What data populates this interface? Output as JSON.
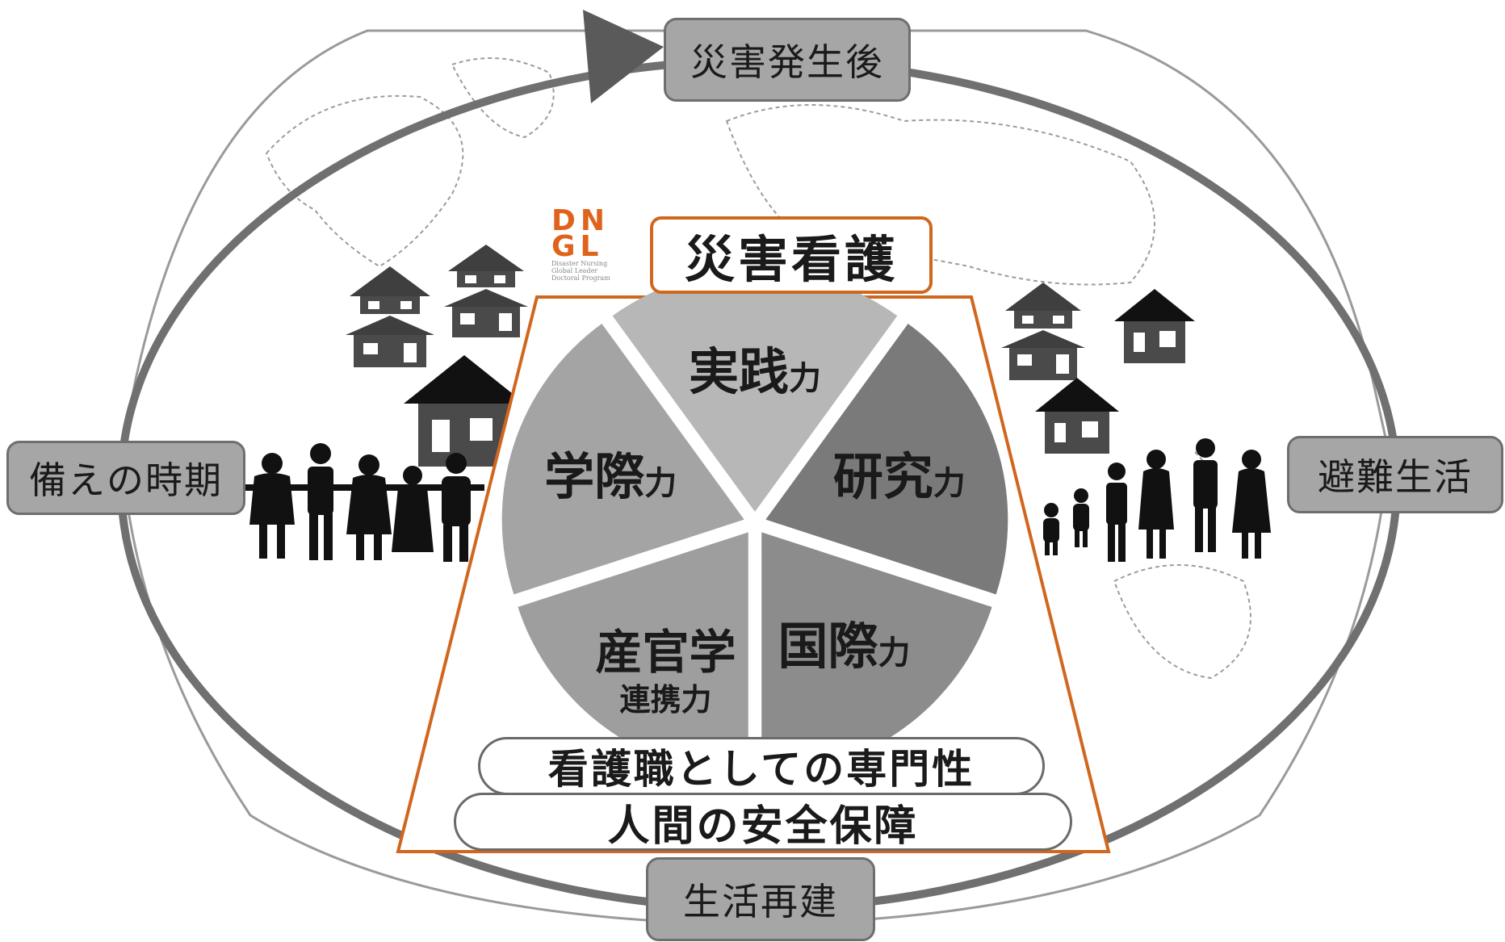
{
  "phases": {
    "top": "災害発生後",
    "left": "備えの時期",
    "right": "避難生活",
    "bottom": "生活再建"
  },
  "logo": {
    "letters_top": "DN",
    "letters_bottom": "GL",
    "sub_lines": [
      "Disaster Nursing",
      "Global Leader",
      "Doctoral Program"
    ]
  },
  "title": "災害看護",
  "segments": [
    {
      "label": "実践",
      "suffix": "力",
      "color": "#b7b7b7"
    },
    {
      "label": "研究",
      "suffix": "力",
      "color": "#7a7a7a"
    },
    {
      "label": "国際",
      "suffix": "力",
      "color": "#8c8c8c"
    },
    {
      "label": "産官学",
      "suffix": "連携力",
      "color": "#9e9e9e"
    },
    {
      "label": "学際",
      "suffix": "力",
      "color": "#a4a4a4"
    }
  ],
  "foundation": {
    "upper": "看護職としての専門性",
    "lower": "人間の安全保障"
  },
  "colors": {
    "accent": "#d0671f",
    "phase_box": "#a6a6a6",
    "ring": "#6e6e6e",
    "silhouette": "#111111"
  }
}
